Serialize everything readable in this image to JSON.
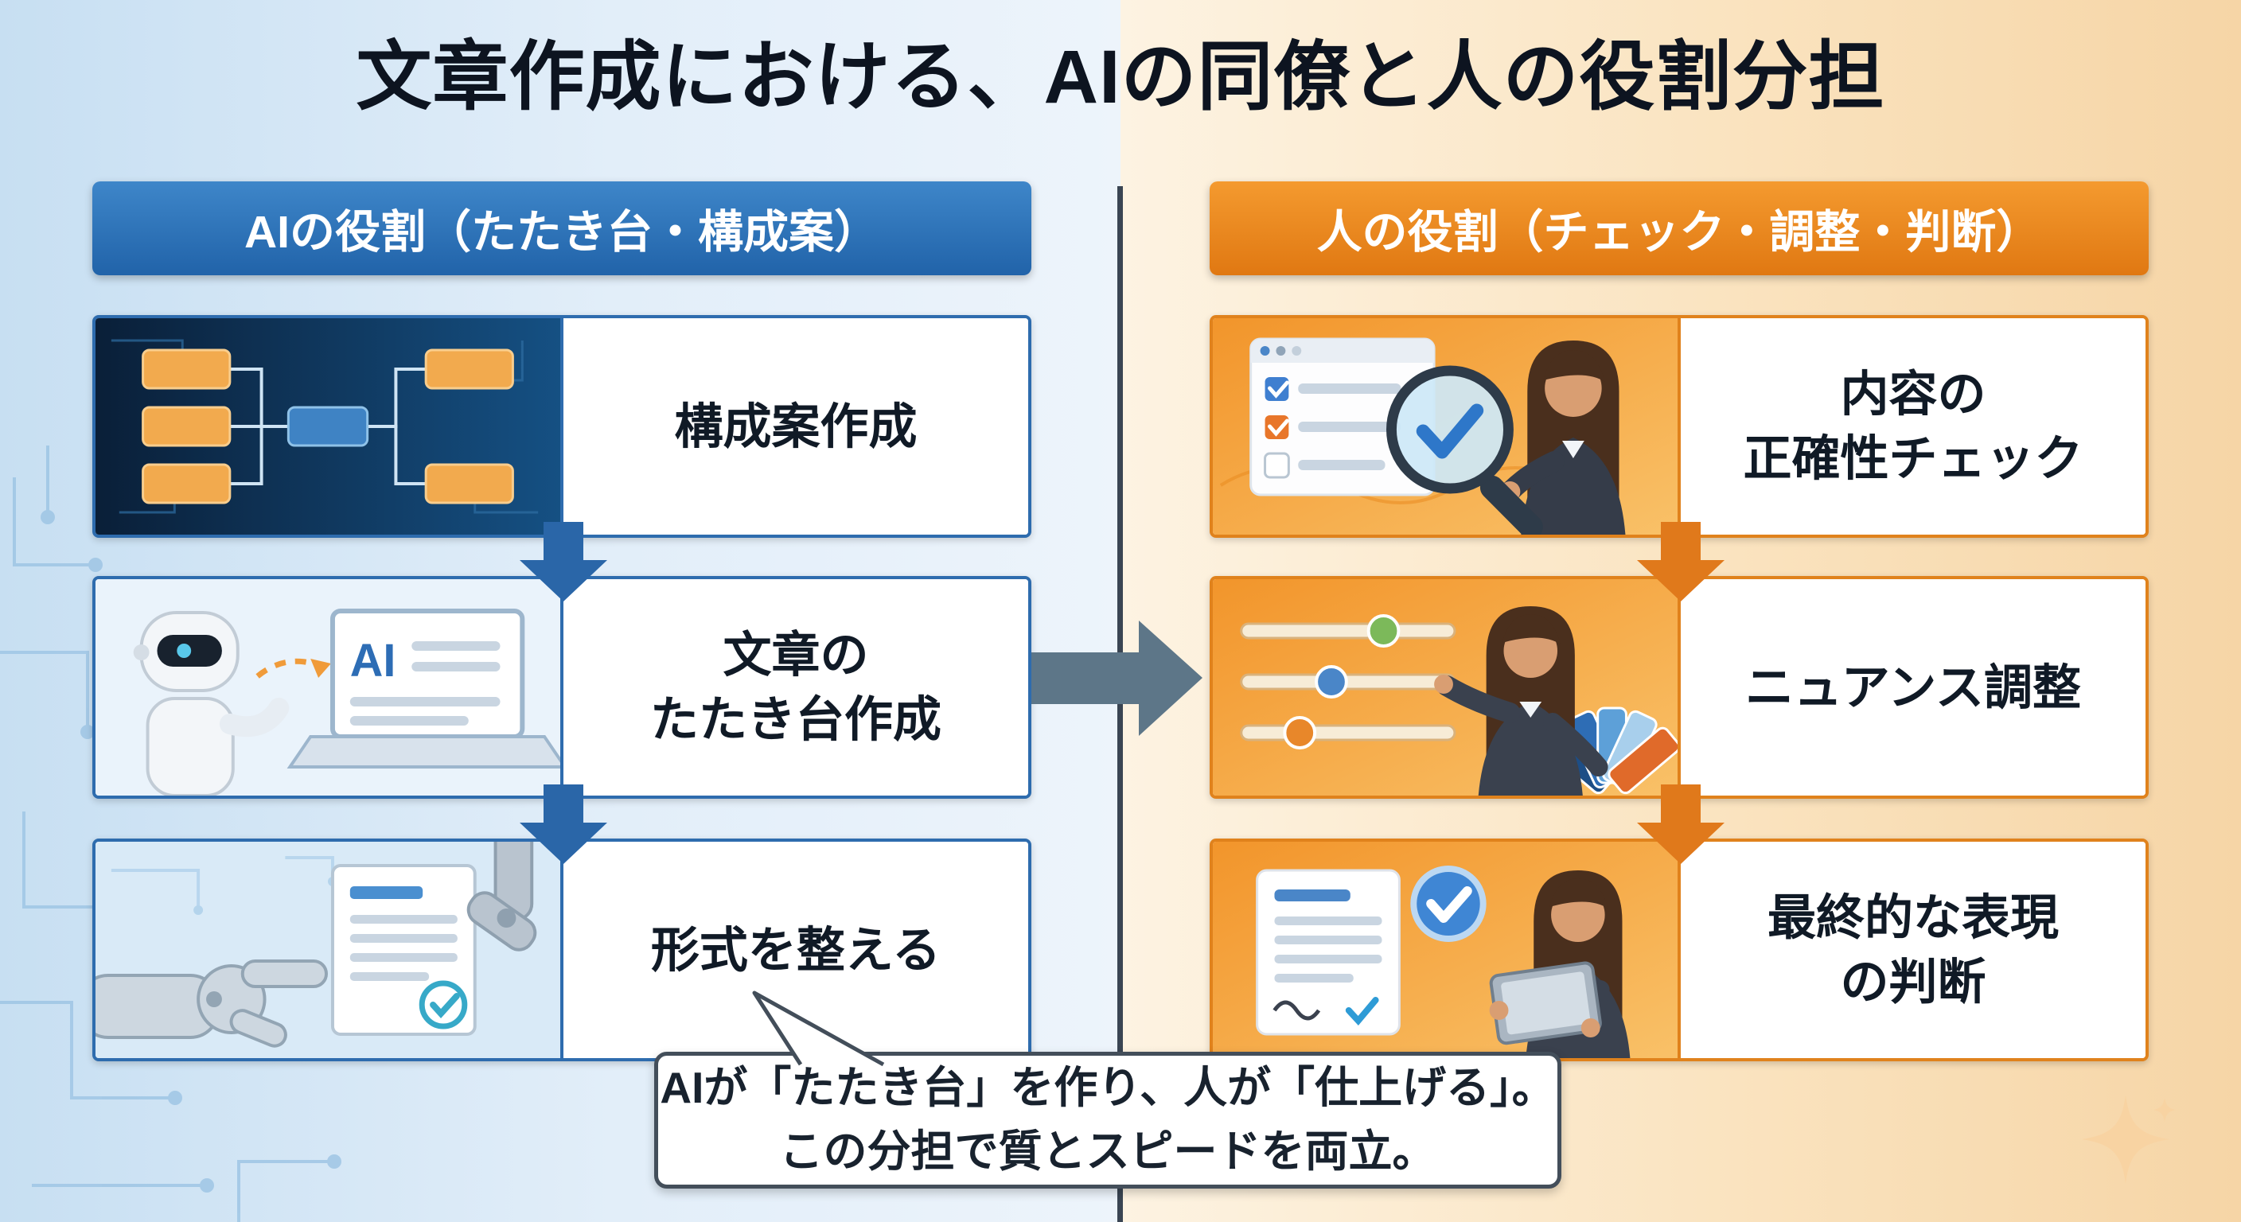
{
  "page": {
    "title": "文章作成における、AIの同僚と人の役割分担"
  },
  "left_column": {
    "header": "AIの役割（たたき台・構成案）",
    "rows": [
      {
        "illustration": "flowchart-circuit",
        "lines": [
          "構成案作成"
        ]
      },
      {
        "illustration": "robot-laptop",
        "screen_label": "AI",
        "lines": [
          "文章の",
          "たたき台作成"
        ]
      },
      {
        "illustration": "robot-hand-document",
        "lines": [
          "形式を整える"
        ]
      }
    ]
  },
  "right_column": {
    "header": "人の役割（チェック・調整・判断）",
    "rows": [
      {
        "illustration": "accuracy-check",
        "lines": [
          "内容の",
          "正確性チェック"
        ]
      },
      {
        "illustration": "nuance-sliders",
        "lines": [
          "ニュアンス調整"
        ]
      },
      {
        "illustration": "final-judgment",
        "lines": [
          "最終的な表現",
          "の判断"
        ]
      }
    ]
  },
  "bubble": {
    "lines": [
      "AIが「たたき台」を作り、人が「仕上げる」。",
      "この分担で質とスピードを両立。"
    ]
  },
  "colors": {
    "ai_blue": "#2e6cae",
    "human_orange": "#e0821c",
    "flow_arrow_gray": "#5d7688",
    "bubble_border": "#434e5a",
    "left_background": "#d8e9f7",
    "right_background": "#f8ddb2"
  }
}
